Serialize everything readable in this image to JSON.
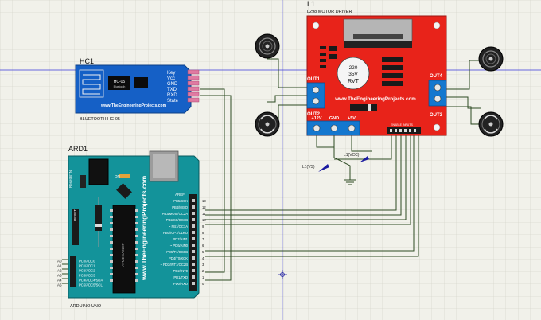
{
  "labels": {
    "hc1_ref": "HC1",
    "hc1_sub": "BLUETOOTH HC-05",
    "ard_ref": "ARD1",
    "ard_sub": "ARDUINO UNO",
    "l1_ref": "L1",
    "l1_sub": "L298 MOTOR DRIVER",
    "lv_label": "L1(VS)",
    "lvcc_label": "L1(VCC)"
  },
  "hc05": {
    "chip": "HC-05",
    "chip_sub": "Bluetooth",
    "site": "www.TheEngineeringProjects.com",
    "pins": [
      "Key",
      "Vcc",
      "GND",
      "TXD",
      "RXD",
      "State"
    ]
  },
  "driver": {
    "site": "www.TheEngineeringProjects.com",
    "cap_lines": [
      "220",
      "35V",
      "RVT"
    ],
    "out1": "OUT1",
    "out2": "OUT2",
    "out3": "OUT3",
    "out4": "OUT4",
    "power_labels": [
      "+12V",
      "GND",
      "+5V"
    ],
    "ctrl_label": "ENABLE INPUTS"
  },
  "arduino": {
    "site": "www.TheEngineeringProjects.com",
    "reset": "RESET",
    "reset_btn": "Reset BTN",
    "on": "ON",
    "aref": "AREF",
    "digital_pins": [
      "PB5/SCK",
      "PB4/MISO",
      "PB3/MOSI/OC2A",
      "~ PB2/SS/OC1B",
      "~ PB1/OC1A",
      "PB0/ICP1/CLKO",
      "PD7/AIN1",
      "~ PD6/AIN0",
      "~ PD5/T1/OC0B",
      "PD4/T0/XCK",
      "~ PD3/INT1/OC2B",
      "PD2/INT0",
      "PD1/TXD",
      "PD0/RXD"
    ],
    "digital_nums": [
      "13",
      "12",
      "11",
      "10",
      "9",
      "8",
      "7",
      "6",
      "5",
      "4",
      "3",
      "2",
      "1",
      "0"
    ],
    "analog_pins": [
      "PC0/ADC0",
      "PC1/ADC1",
      "PC2/ADC2",
      "PC3/ADC3",
      "PC4/ADC4/SDA",
      "PC5/ADC5/SCL"
    ],
    "analog_labels": [
      "A0",
      "A1",
      "A2",
      "A3",
      "A4",
      "A5"
    ],
    "chip_label": "ATMEGA328P"
  },
  "colors": {
    "canvas": "#f1f1ea",
    "grid": "#d6d6cc",
    "wire": "#2d4a23",
    "hc05": "#1560c6",
    "driver": "#e8231a",
    "arduino": "#13939a",
    "terminal": "#1477cf",
    "connector": "#e07aa2",
    "probe": "#1a1aa0"
  },
  "icons": [
    "motor-icon",
    "capacitor-icon",
    "usb-connector-icon",
    "power-jack-icon",
    "ic-chip-icon",
    "heatsink-icon",
    "ground-icon",
    "probe-arrow-icon",
    "crosshair-icon"
  ]
}
